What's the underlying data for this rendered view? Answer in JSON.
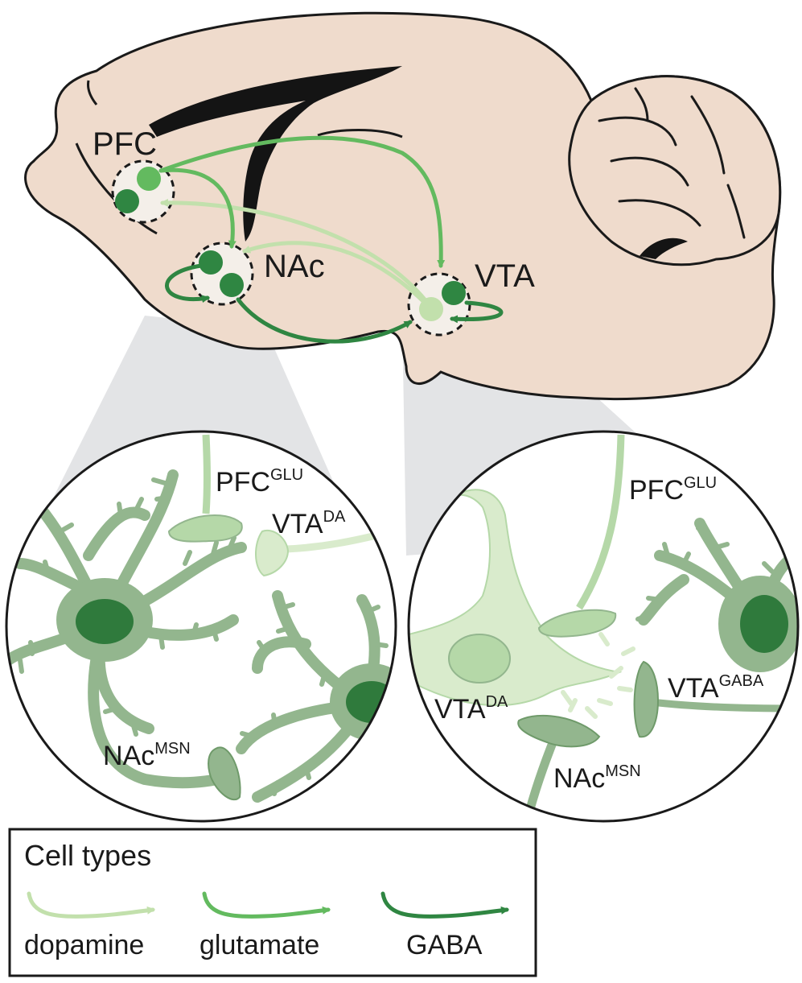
{
  "regions": {
    "pfc": "PFC",
    "nac": "NAc",
    "vta": "VTA"
  },
  "zoom_left": {
    "pfc_glu": {
      "base": "PFC",
      "sup": "GLU"
    },
    "vta_da": {
      "base": "VTA",
      "sup": "DA"
    },
    "nac_msn": {
      "base": "NAc",
      "sup": "MSN"
    }
  },
  "zoom_right": {
    "pfc_glu": {
      "base": "PFC",
      "sup": "GLU"
    },
    "vta_da": {
      "base": "VTA",
      "sup": "DA"
    },
    "vta_gaba": {
      "base": "VTA",
      "sup": "GABA"
    },
    "nac_msn": {
      "base": "NAc",
      "sup": "MSN"
    }
  },
  "legend": {
    "title": "Cell types",
    "items": [
      {
        "label": "dopamine",
        "color": "#c2e0ac"
      },
      {
        "label": "glutamate",
        "color": "#63ba5f"
      },
      {
        "label": "GABA",
        "color": "#2f8642"
      }
    ]
  },
  "colors": {
    "brain": "#efdbcc",
    "dopamine": "#c2e0ac",
    "glutamate": "#63ba5f",
    "gaba": "#2f8642",
    "msn_fill": "#93b68e",
    "msn_nucleus": "#2f7a3c",
    "shadow": "#e3e4e6"
  }
}
